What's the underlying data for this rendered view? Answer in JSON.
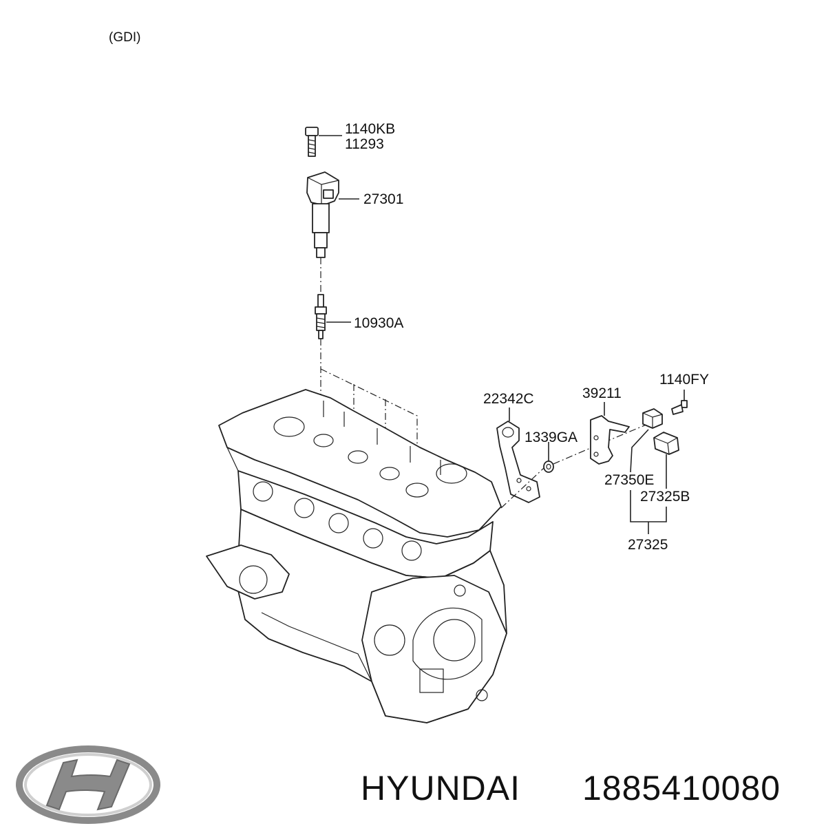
{
  "variant_label": "(GDI)",
  "parts": {
    "bolt_a": "1140KB",
    "bolt_b": "11293",
    "ignition_coil": "27301",
    "spark_plug": "10930A",
    "bracket": "22342C",
    "nut": "1339GA",
    "sensor_bracket": "39211",
    "bolt_c": "1140FY",
    "sensor_a": "27350E",
    "sensor_b": "27325B",
    "sensor_assembly": "27325"
  },
  "footer": {
    "brand": "HYUNDAI",
    "part_number": "1885410080"
  }
}
